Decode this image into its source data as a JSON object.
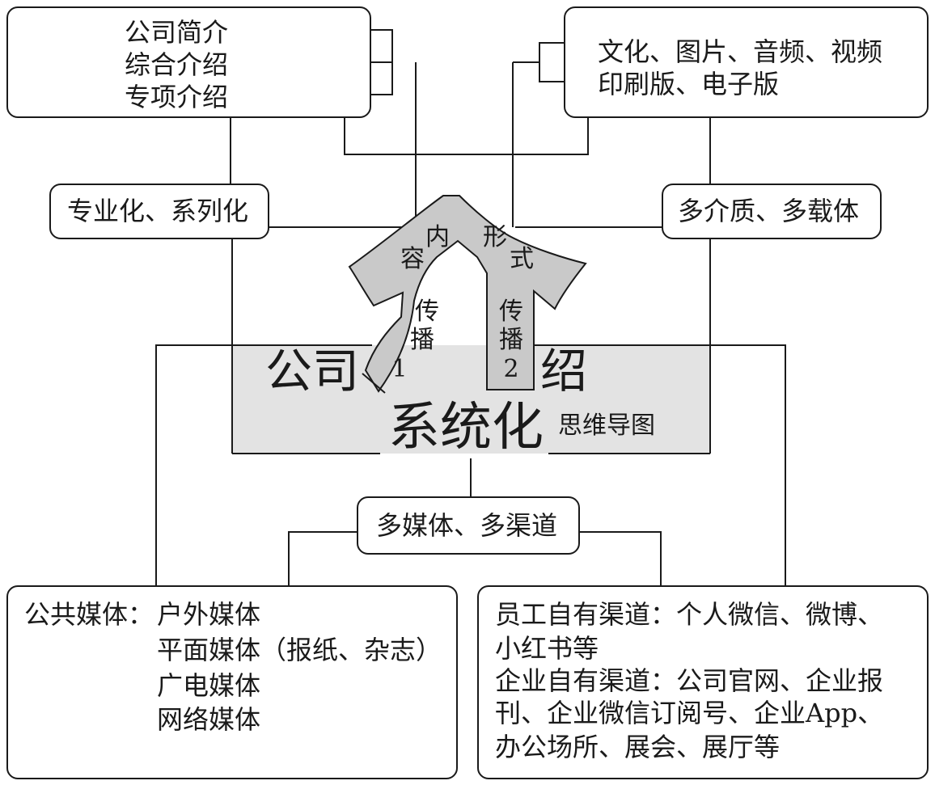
{
  "colors": {
    "line": "#1a1a1a",
    "arrow_fill": "#c9c9c9",
    "center_fill": "#e3e3e3",
    "box_fill": "#ffffff"
  },
  "top_left": {
    "lines": [
      "公司简介",
      "综合介绍",
      "专项介绍"
    ]
  },
  "top_right": {
    "lines": [
      "文化、图片、音频、视频",
      "印刷版、电子版"
    ]
  },
  "left_mid": {
    "label": "专业化、系列化"
  },
  "right_mid": {
    "label": "多介质、多载体"
  },
  "arrow": {
    "content": [
      "内",
      "容"
    ],
    "form": [
      "形",
      "式"
    ],
    "spread1": [
      "传",
      "播",
      "1"
    ],
    "spread2": [
      "传",
      "播",
      "2"
    ]
  },
  "center": {
    "left_word": "公司",
    "right_word": "绍",
    "title": "系统化",
    "subtitle": "思维导图"
  },
  "bottom_mid": {
    "label": "多媒体、多渠道"
  },
  "bottom_left": {
    "heading": "公共媒体：",
    "items": [
      "户外媒体",
      "平面媒体（报纸、杂志）",
      "广电媒体",
      "网络媒体"
    ]
  },
  "bottom_right": {
    "lines": [
      "员工自有渠道：个人微信、微博、",
      "小红书等",
      "企业自有渠道：公司官网、企业报",
      "刊、企业微信订阅号、企业App、",
      "办公场所、展会、展厅等"
    ]
  }
}
